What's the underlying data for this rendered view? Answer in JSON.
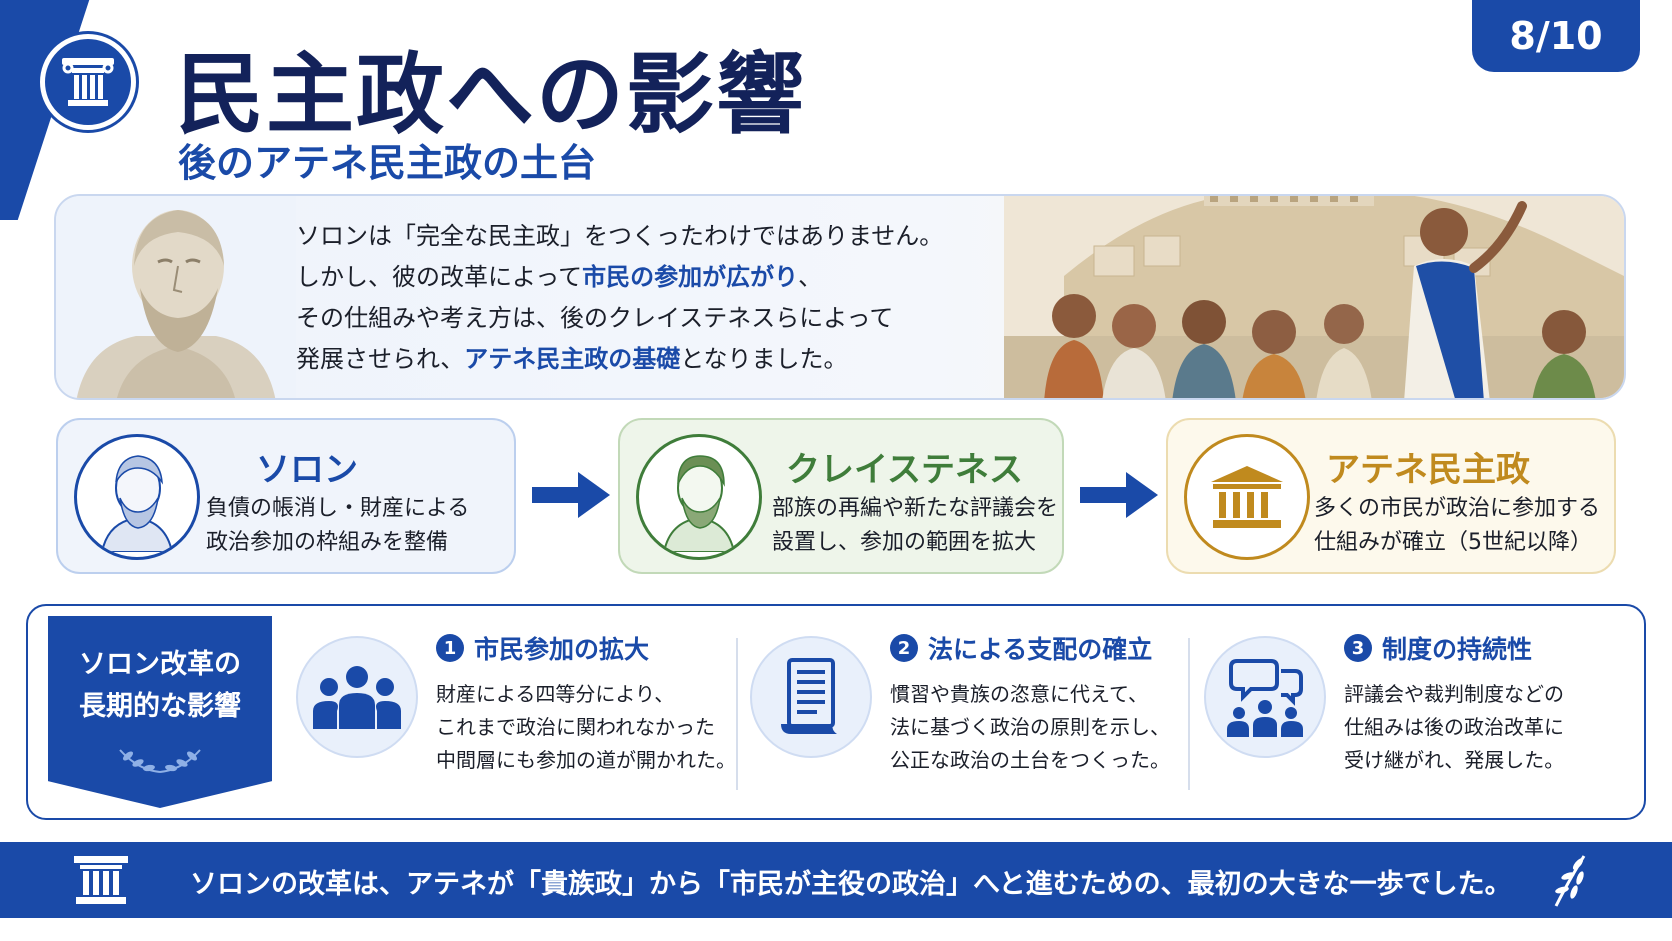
{
  "page_number": "8/10",
  "title": "民主政への影響",
  "subtitle": "後のアテネ民主政の土台",
  "intro": {
    "line1": "ソロンは「完全な民主政」をつくったわけではありません。",
    "line2_a": "しかし、彼の改革によって",
    "line2_hl": "市民の参加が広がり",
    "line2_b": "、",
    "line3": "その仕組みや考え方は、後のクレイステネスらによって",
    "line4_a": "発展させられ、",
    "line4_hl": "アテネ民主政の基礎",
    "line4_b": "となりました。"
  },
  "flow": [
    {
      "title": "ソロン",
      "line1": "負債の帳消し・財産による",
      "line2": "政治参加の枠組みを整備"
    },
    {
      "title": "クレイステネス",
      "line1": "部族の再編や新たな評議会を",
      "line2": "設置し、参加の範囲を拡大"
    },
    {
      "title": "アテネ民主政",
      "line1": "多くの市民が政治に参加する",
      "line2": "仕組みが確立（5世紀以降）"
    }
  ],
  "effects_label": {
    "line1": "ソロン改革の",
    "line2": "長期的な影響"
  },
  "effects": [
    {
      "num": "1",
      "title": "市民参加の拡大",
      "line1": "財産による四等分により、",
      "line2": "これまで政治に関われなかった",
      "line3": "中間層にも参加の道が開かれた。",
      "icon": "people-group-icon"
    },
    {
      "num": "2",
      "title": "法による支配の確立",
      "line1": "慣習や貴族の恣意に代えて、",
      "line2": "法に基づく政治の原則を示し、",
      "line3": "公正な政治の土台をつくった。",
      "icon": "scroll-document-icon"
    },
    {
      "num": "3",
      "title": "制度の持続性",
      "line1": "評議会や裁判制度などの",
      "line2": "仕組みは後の政治改革に",
      "line3": "受け継がれ、発展した。",
      "icon": "discussion-group-icon"
    }
  ],
  "footer": "ソロンの改革は、アテネが「貴族政」から「市民が主役の政治」へと進むための、最初の大きな一歩でした。",
  "colors": {
    "primary": "#1a4aa8",
    "navy": "#13225a",
    "green": "#3f7d3a",
    "gold": "#c08a1e"
  }
}
